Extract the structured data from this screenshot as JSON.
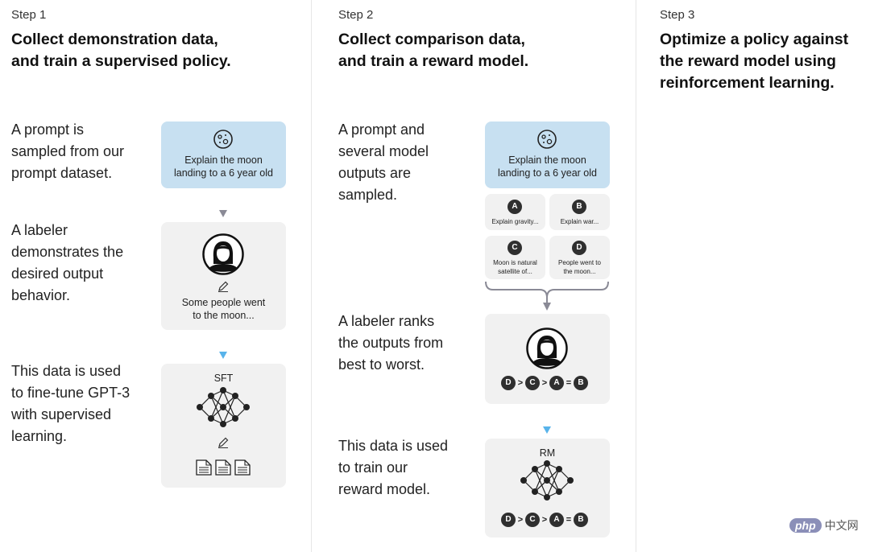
{
  "steps": [
    {
      "label": "Step 1",
      "title_lines": [
        "Collect demonstration data,",
        "and train a supervised policy."
      ],
      "descriptions": [
        [
          "A prompt is",
          "sampled from our",
          "prompt dataset."
        ],
        [
          "A labeler",
          "demonstrates the",
          "desired output",
          "behavior."
        ],
        [
          "This data is used",
          "to fine-tune GPT-3",
          "with supervised",
          "learning."
        ]
      ],
      "prompt_card": [
        "Explain the moon",
        "landing to a 6 year old"
      ],
      "labeler_card": [
        "Some people went",
        "to the moon..."
      ],
      "model_card_title": "SFT"
    },
    {
      "label": "Step 2",
      "title_lines": [
        "Collect comparison data,",
        "and train a reward model."
      ],
      "descriptions": [
        [
          "A prompt and",
          "several model",
          "outputs are",
          "sampled."
        ],
        [
          "A labeler ranks",
          "the outputs from",
          "best to worst."
        ],
        [
          "This data is used",
          "to train our",
          "reward model."
        ]
      ],
      "prompt_card": [
        "Explain the moon",
        "landing to a 6 year old"
      ],
      "outputs": [
        {
          "badge": "A",
          "lines": [
            "Explain gravity..."
          ]
        },
        {
          "badge": "B",
          "lines": [
            "Explain war..."
          ]
        },
        {
          "badge": "C",
          "lines": [
            "Moon is natural",
            "satellite of..."
          ]
        },
        {
          "badge": "D",
          "lines": [
            "People went to",
            "the moon..."
          ]
        }
      ],
      "ranking": [
        "D",
        ">",
        "C",
        ">",
        "A",
        "=",
        "B"
      ],
      "model_card_title": "RM"
    },
    {
      "label": "Step 3",
      "title_lines": [
        "Optimize a policy against",
        "the reward model using",
        "reinforcement learning."
      ]
    }
  ],
  "watermark": {
    "logo": "php",
    "text": "中文网"
  },
  "colors": {
    "prompt_card": "#c7e0f1",
    "card": "#f1f1f1",
    "arrow_gray": "#8a8a96",
    "arrow_blue": "#58b3ea",
    "badge": "#2f2f2f"
  },
  "icons": [
    "moon-icon",
    "labeler-avatar-icon",
    "pencil-icon",
    "neural-network-icon",
    "document-icon"
  ]
}
